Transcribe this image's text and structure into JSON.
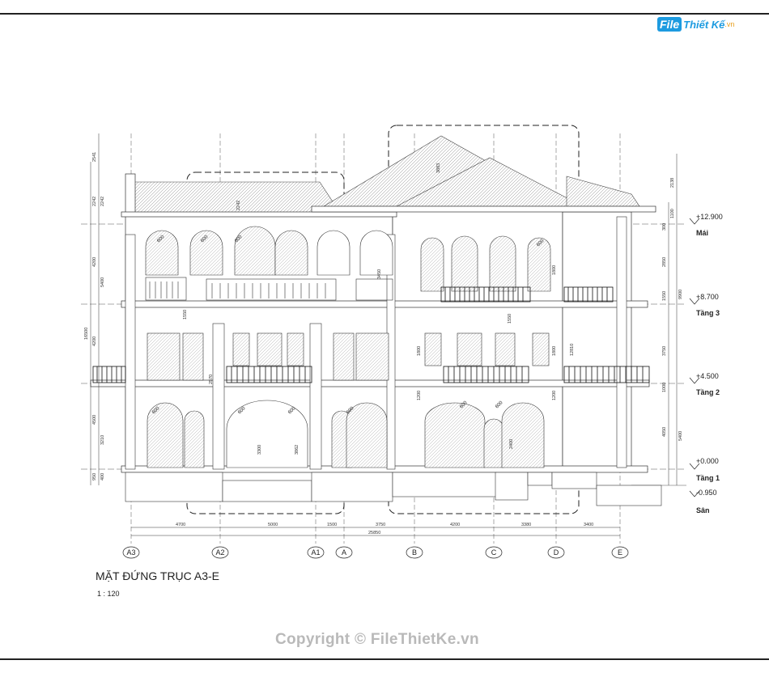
{
  "logo": {
    "file": "File",
    "rest": "Thiết Kế",
    "tld": ".vn"
  },
  "title": "MẶT ĐỨNG TRỤC A3-E",
  "scale": "1 : 120",
  "copyright": "Copyright © FileThietKe.vn",
  "levels": [
    {
      "value": "+12.900",
      "name": "Mái"
    },
    {
      "value": "+8.700",
      "name": "Tầng 3"
    },
    {
      "value": "+4.500",
      "name": "Tầng 2"
    },
    {
      "value": "+0.000",
      "name": "Tầng 1"
    },
    {
      "value": "-0.950",
      "name": "Sân"
    }
  ],
  "axes": [
    "A3",
    "A2",
    "A1",
    "A",
    "B",
    "C",
    "D",
    "E"
  ],
  "bottom_dims": [
    "4700",
    "5000",
    "1500",
    "3750",
    "4200",
    "3380",
    "3400"
  ],
  "bottom_total": "25850",
  "left_dims": [
    "2541",
    "2242",
    "2242",
    "4200",
    "5400",
    "4200",
    "16500",
    "4500",
    "3210",
    "950",
    "400"
  ],
  "right_dims": [
    "2138",
    "1100",
    "300",
    "2850",
    "9900",
    "1550",
    "3750",
    "12810",
    "1000",
    "5400",
    "4050"
  ],
  "arch_labels": [
    "600",
    "600",
    "600",
    "600",
    "600",
    "600",
    "600",
    "600",
    "600",
    "600"
  ],
  "mid_dims": [
    "2242",
    "3883",
    "3450",
    "1550",
    "3300",
    "3862",
    "2570",
    "1800",
    "1800",
    "1200",
    "1200",
    "1550",
    "1800",
    "2400"
  ]
}
